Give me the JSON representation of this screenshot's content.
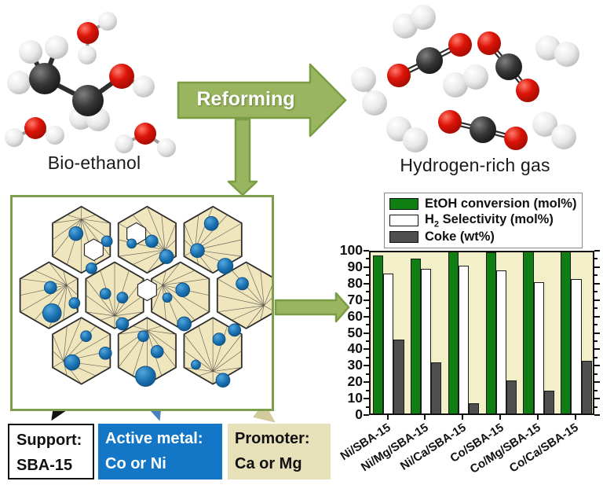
{
  "captions": {
    "bio_ethanol": "Bio-ethanol",
    "hydrogen_rich": "Hydrogen-rich gas"
  },
  "reforming_arrow": {
    "label": "Reforming"
  },
  "catalyst_boxes": {
    "support": {
      "line1": "Support:",
      "line2": "SBA-15"
    },
    "active_metal": {
      "line1": "Active metal:",
      "line2": "Co or Ni"
    },
    "promoter": {
      "line1": "Promoter:",
      "line2": "Ca or Mg"
    }
  },
  "colors": {
    "arrow_green": "#9AB55F",
    "arrow_green_border": "#7A9C42",
    "hex_box_border": "#7D9E4C",
    "pore_fill": "#F0E6BE",
    "metal_dot": "#1C74B4",
    "support_bg": "#FFFFFF",
    "active_metal_bg": "#1376C6",
    "promoter_bg": "#E7E1B9",
    "pointer_black": "#111111",
    "pointer_blue": "#4A80C0",
    "pointer_tan": "#D2CB9E"
  },
  "chart_data": {
    "type": "bar",
    "title": "",
    "xlabel": "",
    "ylabel": "",
    "categories": [
      "Ni/SBA-15",
      "Ni/Mg/SBA-15",
      "Ni/Ca/SBA-15",
      "Co/SBA-15",
      "Co/Mg/SBA-15",
      "Co/Ca/SBA-15"
    ],
    "series": [
      {
        "name": "EtOH conversion (mol%)",
        "color": "#0F7F14",
        "values": [
          97,
          95,
          100,
          99,
          100,
          100
        ]
      },
      {
        "name": "H2 Selectivity (mol%)",
        "color": "#FFFFFF",
        "values": [
          86,
          89,
          91,
          88,
          81,
          83
        ]
      },
      {
        "name": "Coke (wt%)",
        "color": "#4F4F4F",
        "values": [
          46,
          32,
          7,
          21,
          15,
          33
        ]
      }
    ],
    "legend": [
      {
        "label": "EtOH conversion (mol%)"
      },
      {
        "label_pre": "H",
        "label_sub": "2",
        "label_post": " Selectivity (mol%)"
      },
      {
        "label": "Coke (wt%)"
      }
    ],
    "ylim": [
      0,
      100
    ],
    "yticks": [
      0,
      10,
      20,
      30,
      40,
      50,
      60,
      70,
      80,
      90,
      100
    ],
    "minor_tick_step": 5,
    "plot_bg": "#F3EFC8",
    "grid": false,
    "legend_position": "top-right",
    "bar_outline": "#1b1b1b"
  }
}
